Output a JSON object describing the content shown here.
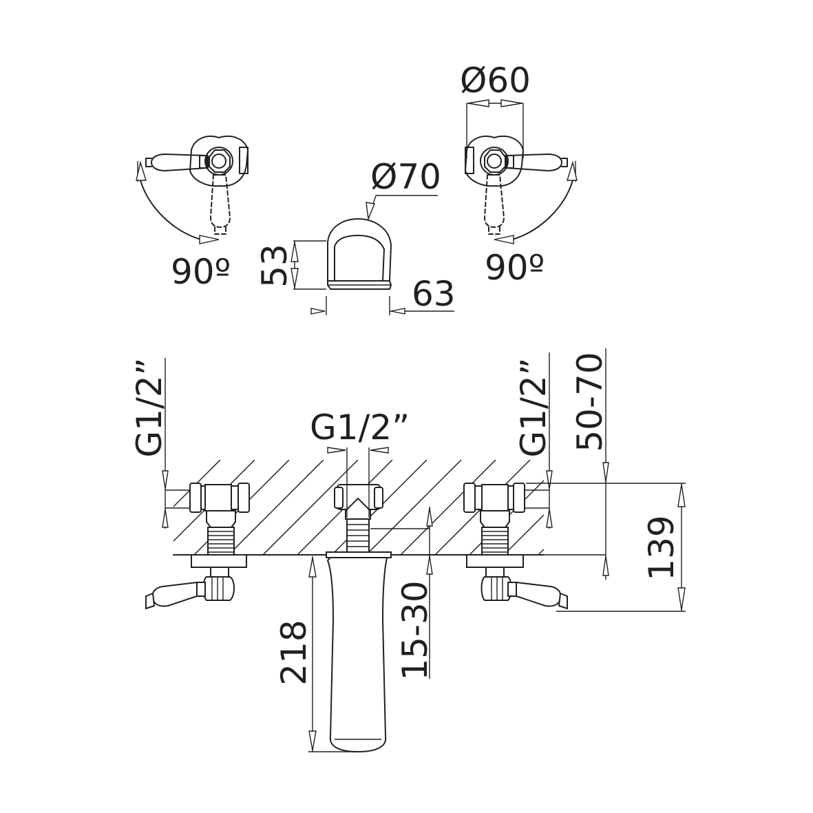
{
  "drawing": {
    "dims": {
      "rot_left": "90º",
      "rot_right": "90º",
      "dia_spout": "Ø70",
      "dia_handle": "Ø60",
      "height_53": "53",
      "depth_63": "63",
      "thread_left": "G1/2”",
      "thread_center": "G1/2”",
      "thread_right": "G1/2”",
      "deck_range": "50-70",
      "height_139": "139",
      "length_218": "218",
      "thread_range": "15-30"
    }
  }
}
